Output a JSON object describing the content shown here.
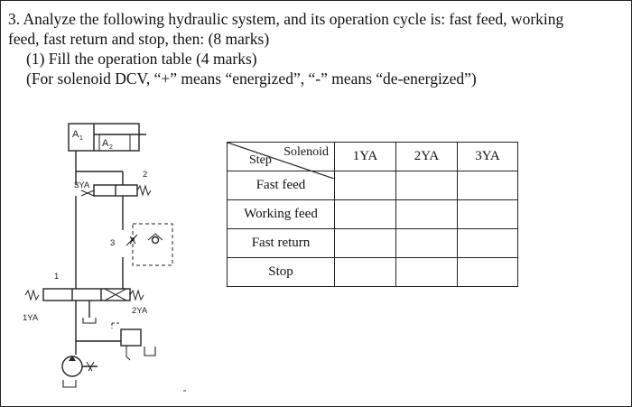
{
  "question": {
    "line1": "3. Analyze the following hydraulic system, and its operation cycle is: fast feed, working",
    "line2": "feed, fast return and stop, then: (8 marks)",
    "line3": "(1) Fill the operation table (4 marks)",
    "line4": "(For solenoid DCV, “+” means “energized”, “-” means “de-energized”)"
  },
  "diagram": {
    "cyl_a1": "A",
    "cyl_a1_sub": "1",
    "cyl_a2": "A",
    "cyl_a2_sub": "2",
    "sol_3ya": "3YA",
    "sol_1ya": "1YA",
    "sol_2ya": "2YA",
    "num_1": "1",
    "num_2": "2",
    "num_3": "3"
  },
  "table": {
    "header_solenoid": "Solenoid",
    "header_step": "Step",
    "columns": [
      "1YA",
      "2YA",
      "3YA"
    ],
    "rows": [
      {
        "step": "Fast feed",
        "values": [
          "",
          "",
          ""
        ]
      },
      {
        "step": "Working feed",
        "values": [
          "",
          "",
          ""
        ]
      },
      {
        "step": "Fast return",
        "values": [
          "",
          "",
          ""
        ]
      },
      {
        "step": "Stop",
        "values": [
          "",
          "",
          ""
        ]
      }
    ]
  }
}
